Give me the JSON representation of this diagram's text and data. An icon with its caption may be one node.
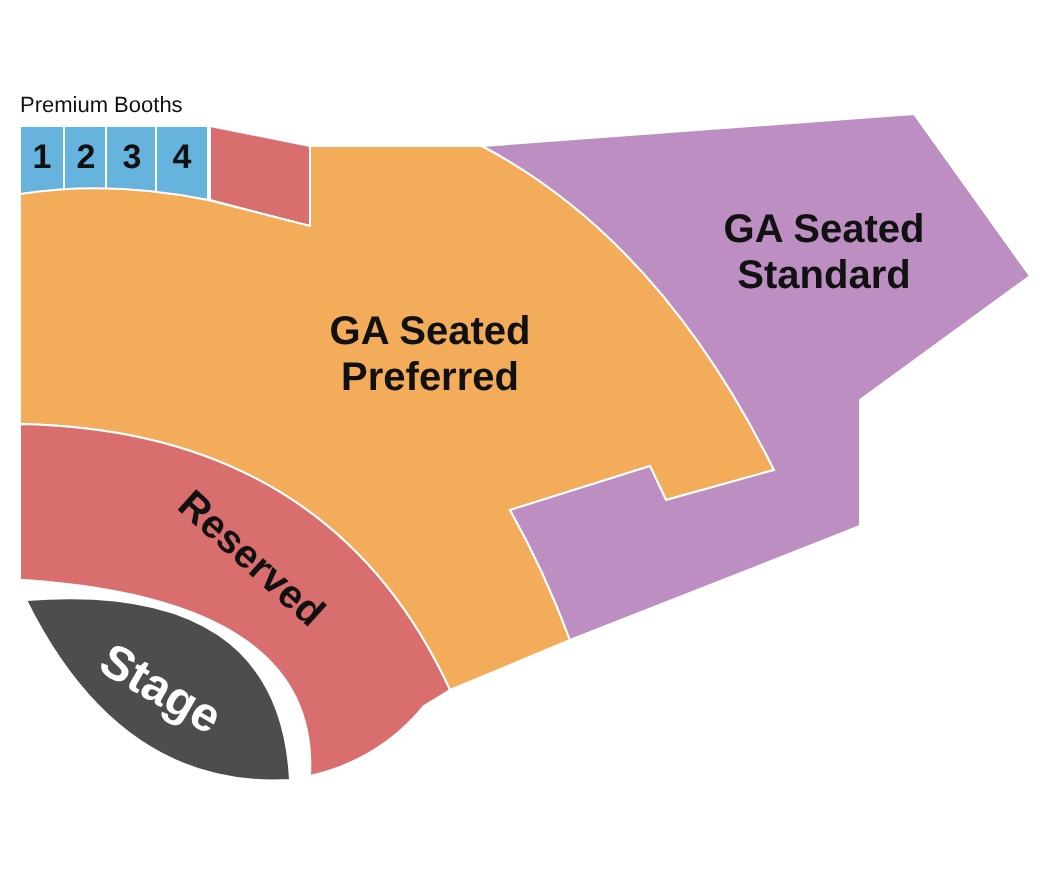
{
  "diagram": {
    "nodes": [
      {
        "text": [
          "1"
        ]
      },
      {
        "text": [
          "2"
        ]
      },
      {
        "text": [
          "3"
        ]
      },
      {
        "text": [
          "4"
        ]
      },
      {
        "text": [],
        "shape": "box"
      },
      {
        "text": [
          "GA Seated Preferred"
        ]
      },
      {
        "text": [
          "GA Seated Standard"
        ]
      },
      {
        "text": [
          "Reserved"
        ]
      },
      {
        "text": [
          "Stage"
        ]
      }
    ],
    "labels": [
      "Premium Booths"
    ]
  }
}
